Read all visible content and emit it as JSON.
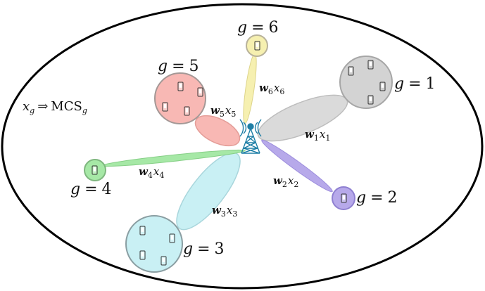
{
  "mcs_label": {
    "lhs_var": "x",
    "lhs_sub": "g",
    "arrow": "⇒",
    "rhs": "MCS",
    "rhs_sub": "g"
  },
  "groups": [
    {
      "id": 1,
      "label_var": "g",
      "label_eq": "=",
      "label_val": "1",
      "weight_w": "w",
      "weight_w_sub": "1",
      "weight_x": "x",
      "weight_x_sub": "1",
      "color": "#d3d3d3",
      "devices": 4
    },
    {
      "id": 2,
      "label_var": "g",
      "label_eq": "=",
      "label_val": "2",
      "weight_w": "w",
      "weight_w_sub": "2",
      "weight_x": "x",
      "weight_x_sub": "2",
      "color": "#b7a9ea",
      "devices": 1
    },
    {
      "id": 3,
      "label_var": "g",
      "label_eq": "=",
      "label_val": "3",
      "weight_w": "w",
      "weight_w_sub": "3",
      "weight_x": "x",
      "weight_x_sub": "3",
      "color": "#c9f0f4",
      "devices": 4
    },
    {
      "id": 4,
      "label_var": "g",
      "label_eq": "=",
      "label_val": "4",
      "weight_w": "w",
      "weight_w_sub": "4",
      "weight_x": "x",
      "weight_x_sub": "4",
      "color": "#a6e8a6",
      "devices": 1
    },
    {
      "id": 5,
      "label_var": "g",
      "label_eq": "=",
      "label_val": "5",
      "weight_w": "w",
      "weight_w_sub": "5",
      "weight_x": "x",
      "weight_x_sub": "5",
      "color": "#f8b8b4",
      "devices": 4
    },
    {
      "id": 6,
      "label_var": "g",
      "label_eq": "=",
      "label_val": "6",
      "weight_w": "w",
      "weight_w_sub": "6",
      "weight_x": "x",
      "weight_x_sub": "6",
      "color": "#f6f0b0",
      "devices": 1
    }
  ],
  "icons": {
    "base_station": "base-station-tower-icon",
    "device": "phone-icon"
  }
}
